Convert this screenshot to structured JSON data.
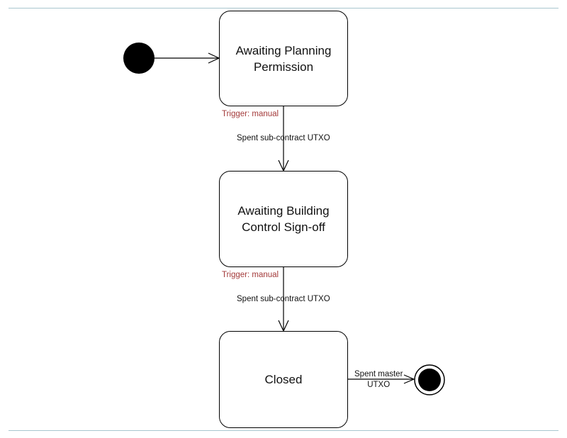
{
  "states": {
    "planning": {
      "line1": "Awaiting Planning",
      "line2": "Permission"
    },
    "building": {
      "line1": "Awaiting Building",
      "line2": "Control Sign-off"
    },
    "closed": {
      "label": "Closed"
    }
  },
  "transitions": {
    "t1": {
      "trigger": "Trigger: manual",
      "label": "Spent sub-contract UTXO"
    },
    "t2": {
      "trigger": "Trigger: manual",
      "label": "Spent sub-contract UTXO"
    },
    "t3": {
      "line1": "Spent master",
      "line2": "UTXO"
    }
  },
  "colors": {
    "trigger": "#a33a3a",
    "rule": "#a9c6cf"
  }
}
